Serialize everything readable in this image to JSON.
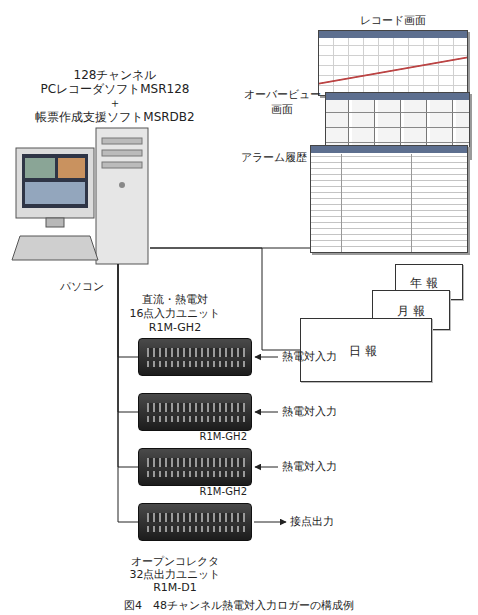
{
  "diagram": {
    "caption": "図4　48チャンネル熱電対入力ロガーの構成例",
    "nodes": [
      {
        "text": [
          "レコード画面"
        ]
      },
      {
        "text": [
          "オーバービュー 画面"
        ]
      },
      {
        "text": [
          "アラーム履歴"
        ]
      },
      {
        "text": [
          "パソコン"
        ]
      },
      {
        "text": [
          "年 報"
        ]
      },
      {
        "text": [
          "月 報"
        ]
      },
      {
        "text": [
          "日 報"
        ]
      },
      {
        "text": [
          "直流・熱電対 16点入力ユニット R1M-GH2"
        ]
      },
      {
        "text": [
          "R1M-GH2"
        ]
      },
      {
        "text": [
          "R1M-GH2"
        ]
      },
      {
        "text": [
          "オープンコレクタ 32点出力ユニット R1M-D1"
        ]
      }
    ],
    "edges": [
      {
        "from": 3,
        "to": 2,
        "arrow": "none"
      },
      {
        "from": 3,
        "to": 6,
        "arrow": "none"
      },
      {
        "from": 3,
        "to": 7,
        "arrow": "none"
      },
      {
        "from": 3,
        "to": 8,
        "arrow": "none"
      },
      {
        "from": 3,
        "to": 9,
        "arrow": "none"
      },
      {
        "from": 3,
        "to": 10,
        "arrow": "none"
      }
    ],
    "labels": [
      "128チャンネル PCレコーダソフトMSR128",
      "＋",
      "帳票作成支援ソフトMSRDB2",
      "熱電対入力",
      "熱電対入力",
      "熱電対入力",
      "接点出力"
    ]
  }
}
